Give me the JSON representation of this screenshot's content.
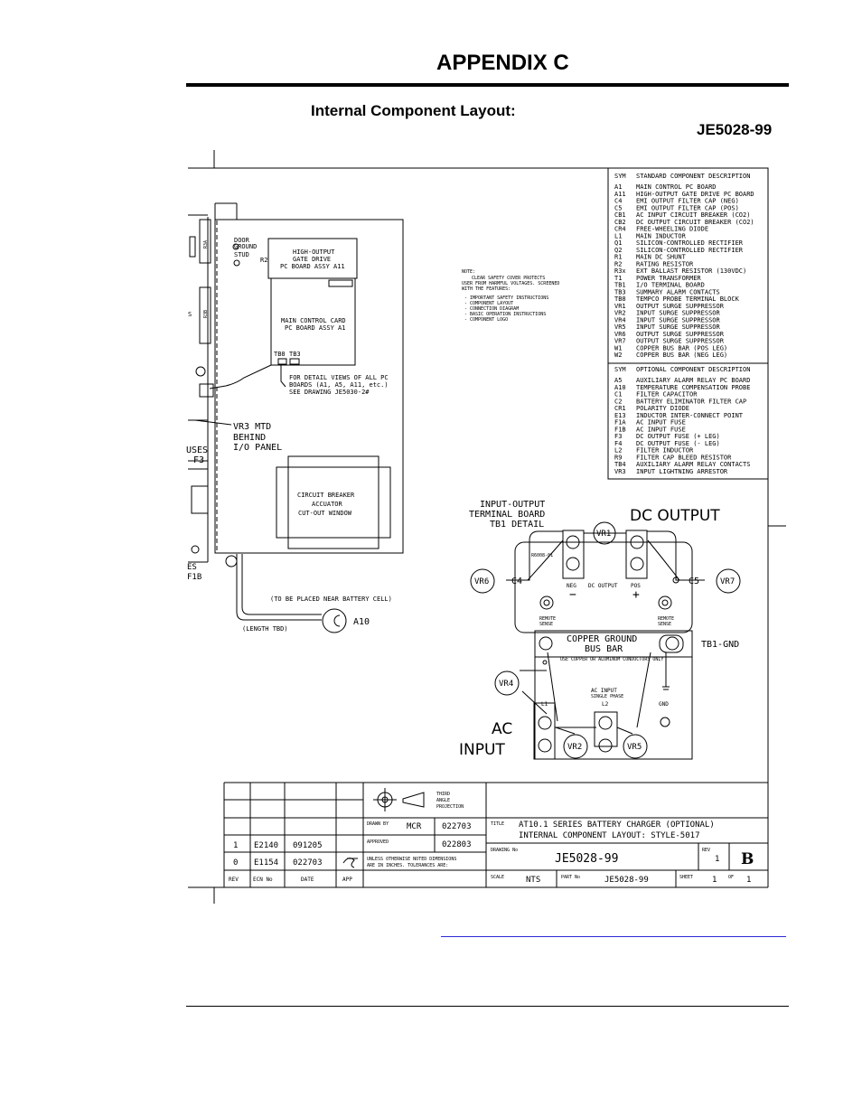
{
  "header": {
    "title": "APPENDIX C"
  },
  "subtitle": "Internal Component Layout:",
  "drawing_ref": "JE5028-99",
  "standard_components": {
    "heading": {
      "sym": "SYM",
      "desc": "STANDARD COMPONENT DESCRIPTION"
    },
    "rows": [
      [
        "A1",
        "MAIN CONTROL PC BOARD"
      ],
      [
        "A11",
        "HIGH-OUTPUT GATE DRIVE PC BOARD"
      ],
      [
        "C4",
        "EMI OUTPUT FILTER CAP (NEG)"
      ],
      [
        "C5",
        "EMI OUTPUT FILTER CAP (POS)"
      ],
      [
        "CB1",
        "AC INPUT CIRCUIT BREAKER (CO2)"
      ],
      [
        "CB2",
        "DC OUTPUT CIRCUIT BREAKER (CO2)"
      ],
      [
        "CR4",
        "FREE-WHEELING DIODE"
      ],
      [
        "L1",
        "MAIN INDUCTOR"
      ],
      [
        "Q1",
        "SILICON-CONTROLLED RECTIFIER"
      ],
      [
        "Q2",
        "SILICON-CONTROLLED RECTIFIER"
      ],
      [
        "R1",
        "MAIN DC SHUNT"
      ],
      [
        "R2",
        "RATING RESISTOR"
      ],
      [
        "R3x",
        "EXT BALLAST RESISTOR (130VDC)"
      ],
      [
        "T1",
        "POWER TRANSFORMER"
      ],
      [
        "TB1",
        "I/O TERMINAL BOARD"
      ],
      [
        "TB3",
        "SUMMARY ALARM CONTACTS"
      ],
      [
        "TB8",
        "TEMPCO PROBE TERMINAL BLOCK"
      ],
      [
        "VR1",
        "OUTPUT SURGE SUPPRESSOR"
      ],
      [
        "VR2",
        "INPUT SURGE SUPPRESSOR"
      ],
      [
        "VR4",
        "INPUT SURGE SUPPRESSOR"
      ],
      [
        "VR5",
        "INPUT SURGE SUPPRESSOR"
      ],
      [
        "VR6",
        "OUTPUT SURGE SUPPRESSOR"
      ],
      [
        "VR7",
        "OUTPUT SURGE SUPPRESSOR"
      ],
      [
        "W1",
        "COPPER BUS BAR (POS LEG)"
      ],
      [
        "W2",
        "COPPER BUS BAR (NEG LEG)"
      ]
    ]
  },
  "optional_components": {
    "heading": {
      "sym": "SYM",
      "desc": "OPTIONAL COMPONENT DESCRIPTION"
    },
    "rows": [
      [
        "A5",
        "AUXILIARY ALARM RELAY PC BOARD"
      ],
      [
        "A10",
        "TEMPERATURE COMPENSATION PROBE"
      ],
      [
        "C1",
        "FILTER CAPACITOR"
      ],
      [
        "C2",
        "BATTERY ELIMINATOR FILTER CAP"
      ],
      [
        "CR1",
        "POLARITY DIODE"
      ],
      [
        "E13",
        "INDUCTOR INTER-CONNECT POINT"
      ],
      [
        "F1A",
        "AC INPUT FUSE"
      ],
      [
        "F1B",
        "AC INPUT FUSE"
      ],
      [
        "F3",
        "DC OUTPUT FUSE (+ LEG)"
      ],
      [
        "F4",
        "DC OUTPUT FUSE (- LEG)"
      ],
      [
        "L2",
        "FILTER INDUCTOR"
      ],
      [
        "R9",
        "FILTER CAP BLEED RESISTOR"
      ],
      [
        "TB4",
        "AUXILIARY ALARM RELAY CONTACTS"
      ],
      [
        "VR3",
        "INPUT LIGHTNING ARRESTOR"
      ]
    ]
  },
  "note": {
    "heading": "NOTE:",
    "lines": [
      "CLEAR SAFETY COVER PROTECTS",
      "USER FROM HARMFUL VOLTAGES.  SCREENED",
      "WITH THE FEATURES:",
      "- IMPORTANT SAFETY INSTRUCTIONS",
      "- COMPONENT LAYOUT",
      "- CONNECTION DIAGRAM",
      "- BASIC OPERATION INSTRUCTIONS",
      "- COMPONENT LOGO"
    ]
  },
  "enclosure": {
    "door_ground": [
      "DOOR",
      "GROUND",
      "STUD"
    ],
    "r2": "R2",
    "gate_drive": [
      "HIGH-OUTPUT",
      "GATE DRIVE",
      "PC BOARD ASSY A11"
    ],
    "main_card": [
      "MAIN CONTROL CARD",
      "PC BOARD ASSY A1"
    ],
    "tb8": "TB8",
    "tb3": "TB3",
    "detail_callout": [
      "FOR DETAIL VIEWS OF ALL PC",
      "BOARDS (A1, A5, A11, etc.)",
      "SEE DRAWING JE5030-2#"
    ],
    "vr3": [
      "VR3 MTD",
      "BEHIND",
      "I/O PANEL"
    ],
    "breaker": [
      "CIRCUIT BREAKER",
      "ACCUATOR",
      "CUT-OUT WINDOW"
    ],
    "fuses_label": "USES",
    "f3": "F3",
    "s_label": "S",
    "es_label": "ES",
    "f1b": "F1B",
    "r3a": "R3A",
    "r3b": "R3B",
    "battery_note": "(TO BE PLACED NEAR BATTERY CELL)",
    "length_note": "(LENGTH TBD)",
    "a10": "A10"
  },
  "terminal_board": {
    "title": [
      "INPUT-OUTPUT",
      "TERMINAL BOARD",
      "TB1 DETAIL"
    ],
    "dc_output": "DC OUTPUT",
    "ac_input": [
      "AC",
      "INPUT"
    ],
    "part_no": "R6008-01",
    "neg": "NEG",
    "dc_output_small": "DC OUTPUT",
    "pos": "POS",
    "minus": "−",
    "plus": "+",
    "remote_sense": [
      "REMOTE",
      "SENSE"
    ],
    "copper_bus": [
      "COPPER GROUND",
      "BUS BAR"
    ],
    "copper_note": "USE COPPER OR ALUMINUM CONDUCTORS ONLY",
    "tb1_gnd": "TB1-GND",
    "ac_input_small": [
      "AC INPUT",
      "SINGLE PHASE"
    ],
    "l1": "L1",
    "l2": "L2",
    "gnd": "GND",
    "c4": "C4",
    "c5": "C5",
    "vr1": "VR1",
    "vr2": "VR2",
    "vr4": "VR4",
    "vr5": "VR5",
    "vr6": "VR6",
    "vr7": "VR7"
  },
  "title_block": {
    "projection": [
      "THIRD",
      "ANGLE",
      "PROJECTION"
    ],
    "drawn_by_label": "DRAWN BY",
    "drawn_by": "MCR",
    "drawn_date": "022703",
    "approved_label": "APPROVED",
    "approved_date": "022803",
    "tolerance": [
      "UNLESS OTHERWISE NOTED DIMENSIONS",
      "ARE IN INCHES. TOLERANCES ARE:"
    ],
    "title_label": "TITLE",
    "title_lines": [
      "AT10.1 SERIES BATTERY CHARGER (OPTIONAL)",
      "INTERNAL COMPONENT LAYOUT: STYLE-5017"
    ],
    "drawing_no_label": "DRAWING No",
    "drawing_no": "JE5028-99",
    "rev_label": "REV",
    "rev": "1",
    "size": "B",
    "scale_label": "SCALE",
    "scale": "NTS",
    "part_label": "PART No",
    "part_no": "JE5028-99",
    "sheet_label": "SHEET",
    "sheet": "1",
    "of_label": "OF",
    "of": "1",
    "revisions": [
      {
        "rev": "1",
        "ecn": "E2140",
        "date": "091205"
      },
      {
        "rev": "0",
        "ecn": "E1154",
        "date": "022703"
      }
    ],
    "col_headers": {
      "rev": "REV",
      "ecn": "ECN No",
      "date": "DATE",
      "app": "APP"
    }
  }
}
